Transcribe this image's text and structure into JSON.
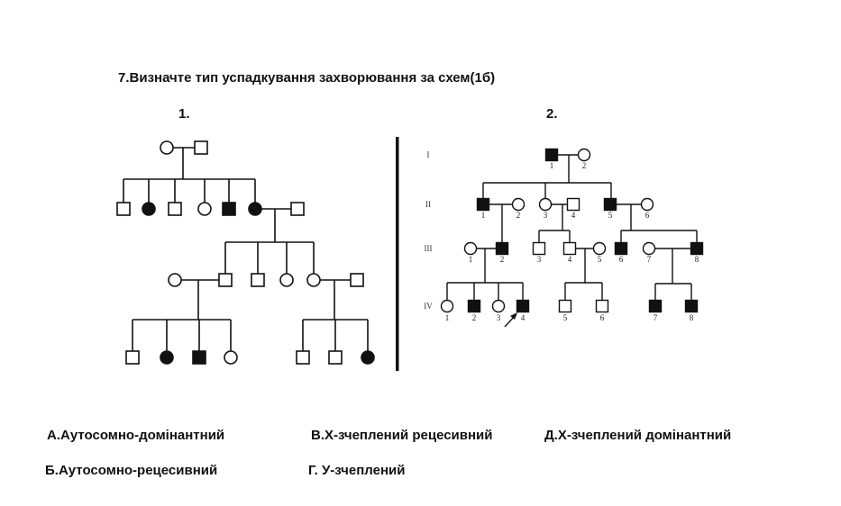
{
  "question": {
    "title": "7.Визначте тип успадкування захворювання за схем(1б)",
    "scheme1_label": "1.",
    "scheme2_label": "2."
  },
  "pedigree2": {
    "generations": [
      "I",
      "II",
      "III",
      "IV"
    ],
    "gen1": [
      "1",
      "2"
    ],
    "gen2": [
      "1",
      "2",
      "3",
      "4",
      "5",
      "6"
    ],
    "gen3": [
      "1",
      "2",
      "3",
      "4",
      "5",
      "6",
      "7",
      "8"
    ],
    "gen4": [
      "1",
      "2",
      "3",
      "4",
      "5",
      "6",
      "7",
      "8"
    ]
  },
  "answers": {
    "a": "А.Аутосомно-домінантний",
    "b": "Б.Аутосомно-рецесивний",
    "v": "В.Х-зчеплений рецесивний",
    "g": "Г. У-зчеплений",
    "d": "Д.Х-зчеплений домінантний"
  }
}
